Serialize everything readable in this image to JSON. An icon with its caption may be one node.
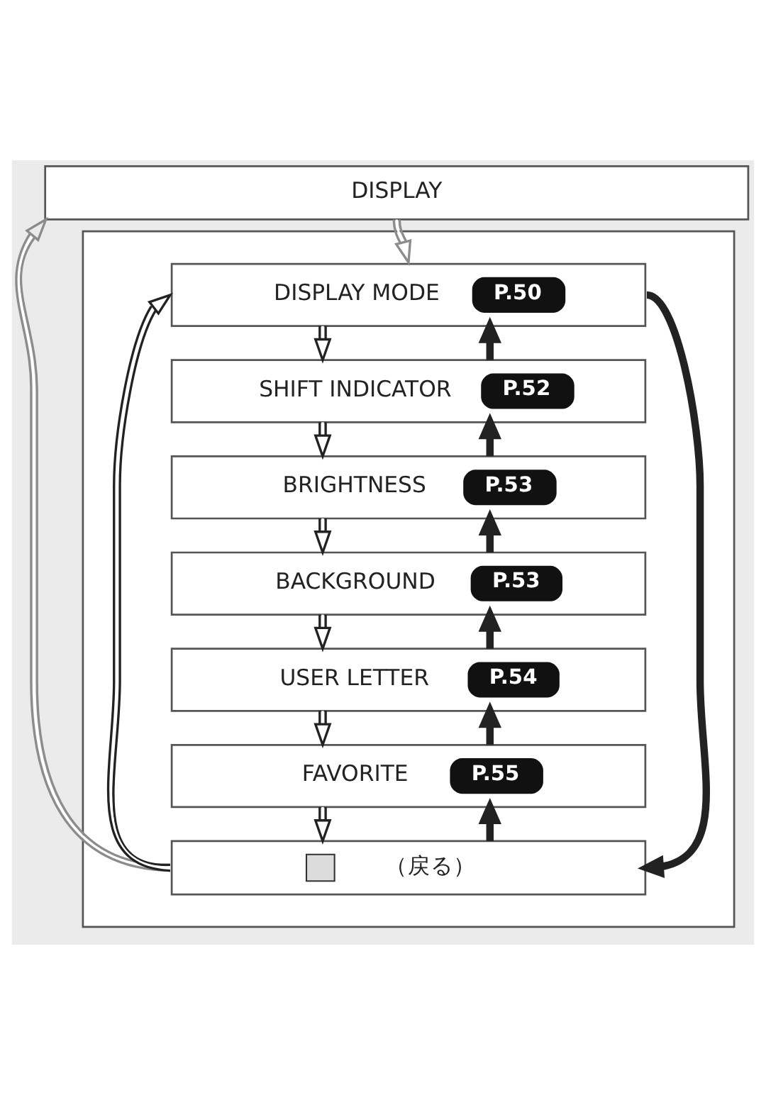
{
  "diagram": {
    "nodes": [
      {
        "text": [
          "DISPLAY"
        ]
      },
      {
        "text": [],
        "shape": "box"
      },
      {
        "text": [
          "DISPLAY MODE",
          "P.50"
        ],
        "in": 1
      },
      {
        "text": [
          "SHIFT INDICATOR",
          "P.52"
        ],
        "in": 1
      },
      {
        "text": [
          "BRIGHTNESS",
          "P.53"
        ],
        "in": 1
      },
      {
        "text": [
          "BACKGROUND",
          "P.53"
        ],
        "in": 1
      },
      {
        "text": [
          "USER LETTER",
          "P.54"
        ],
        "in": 1
      },
      {
        "text": [
          "FAVORITE",
          "P.55"
        ],
        "in": 1
      },
      {
        "text": [
          "（戻る）"
        ],
        "in": 1
      }
    ],
    "edges": [
      {
        "from": 0,
        "to": 2,
        "arrow": "to",
        "color": "#8c8c8c"
      },
      {
        "from": 2,
        "to": 3,
        "arrow": "to"
      },
      {
        "from": 3,
        "to": 2,
        "arrow": "to",
        "style": "thick"
      },
      {
        "from": 3,
        "to": 4,
        "arrow": "to"
      },
      {
        "from": 4,
        "to": 3,
        "arrow": "to",
        "style": "thick"
      },
      {
        "from": 4,
        "to": 5,
        "arrow": "to"
      },
      {
        "from": 5,
        "to": 4,
        "arrow": "to",
        "style": "thick"
      },
      {
        "from": 5,
        "to": 6,
        "arrow": "to"
      },
      {
        "from": 6,
        "to": 5,
        "arrow": "to",
        "style": "thick"
      },
      {
        "from": 6,
        "to": 7,
        "arrow": "to"
      },
      {
        "from": 7,
        "to": 6,
        "arrow": "to",
        "style": "thick"
      },
      {
        "from": 7,
        "to": 8,
        "arrow": "to"
      },
      {
        "from": 8,
        "to": 7,
        "arrow": "to",
        "style": "thick"
      },
      {
        "from": 2,
        "to": 8,
        "arrow": "to",
        "style": "thick"
      },
      {
        "from": 8,
        "to": 2,
        "arrow": "to"
      },
      {
        "from": 8,
        "to": 0,
        "arrow": "to",
        "color": "#8c8c8c"
      }
    ]
  }
}
